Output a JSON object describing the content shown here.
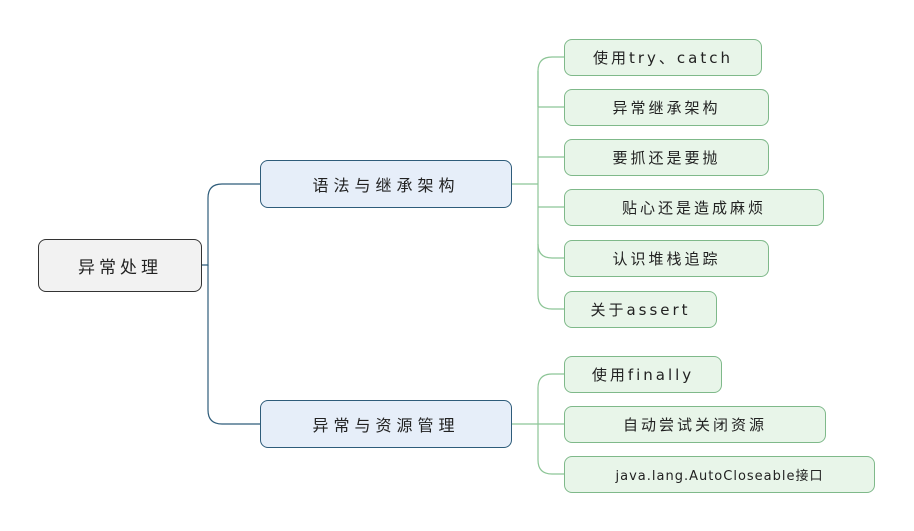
{
  "root": {
    "label": "异常处理"
  },
  "branches": [
    {
      "label": "语法与继承架构",
      "children": [
        "使用try、catch",
        "异常继承架构",
        "要抓还是要抛",
        "贴心还是造成麻烦",
        "认识堆栈追踪",
        "关于assert"
      ]
    },
    {
      "label": "异常与资源管理",
      "children": [
        "使用finally",
        "自动尝试关闭资源",
        "java.lang.AutoCloseable接口"
      ]
    }
  ],
  "colors": {
    "root_border": "#333333",
    "branch_border": "#2e5c7a",
    "branch_fill": "#e6eef9",
    "leaf_border": "#7fb98a",
    "leaf_fill": "#e8f5e9",
    "branch_connector": "#2e5c7a",
    "leaf_connector": "#8cc596"
  }
}
